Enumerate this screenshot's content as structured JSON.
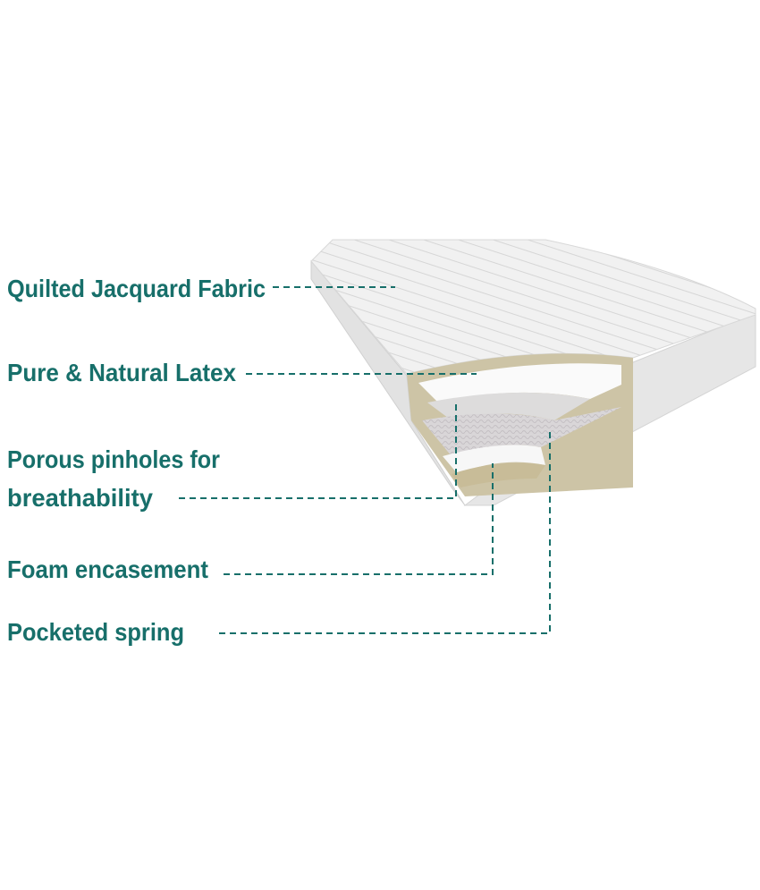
{
  "colors": {
    "accent": "#176f6a",
    "background": "#ffffff",
    "latex": "#cfc6aa",
    "fabric": "#eeeeee"
  },
  "image": {
    "subject": "mattress-cutaway"
  },
  "labels": [
    {
      "id": "quilted",
      "text": "Quilted Jacquard Fabric"
    },
    {
      "id": "latex",
      "text": "Pure & Natural Latex"
    },
    {
      "id": "porous-1",
      "text": "Porous pinholes for"
    },
    {
      "id": "porous-2",
      "text": "breathability"
    },
    {
      "id": "foam",
      "text": "Foam encasement"
    },
    {
      "id": "spring",
      "text": "Pocketed spring"
    }
  ]
}
